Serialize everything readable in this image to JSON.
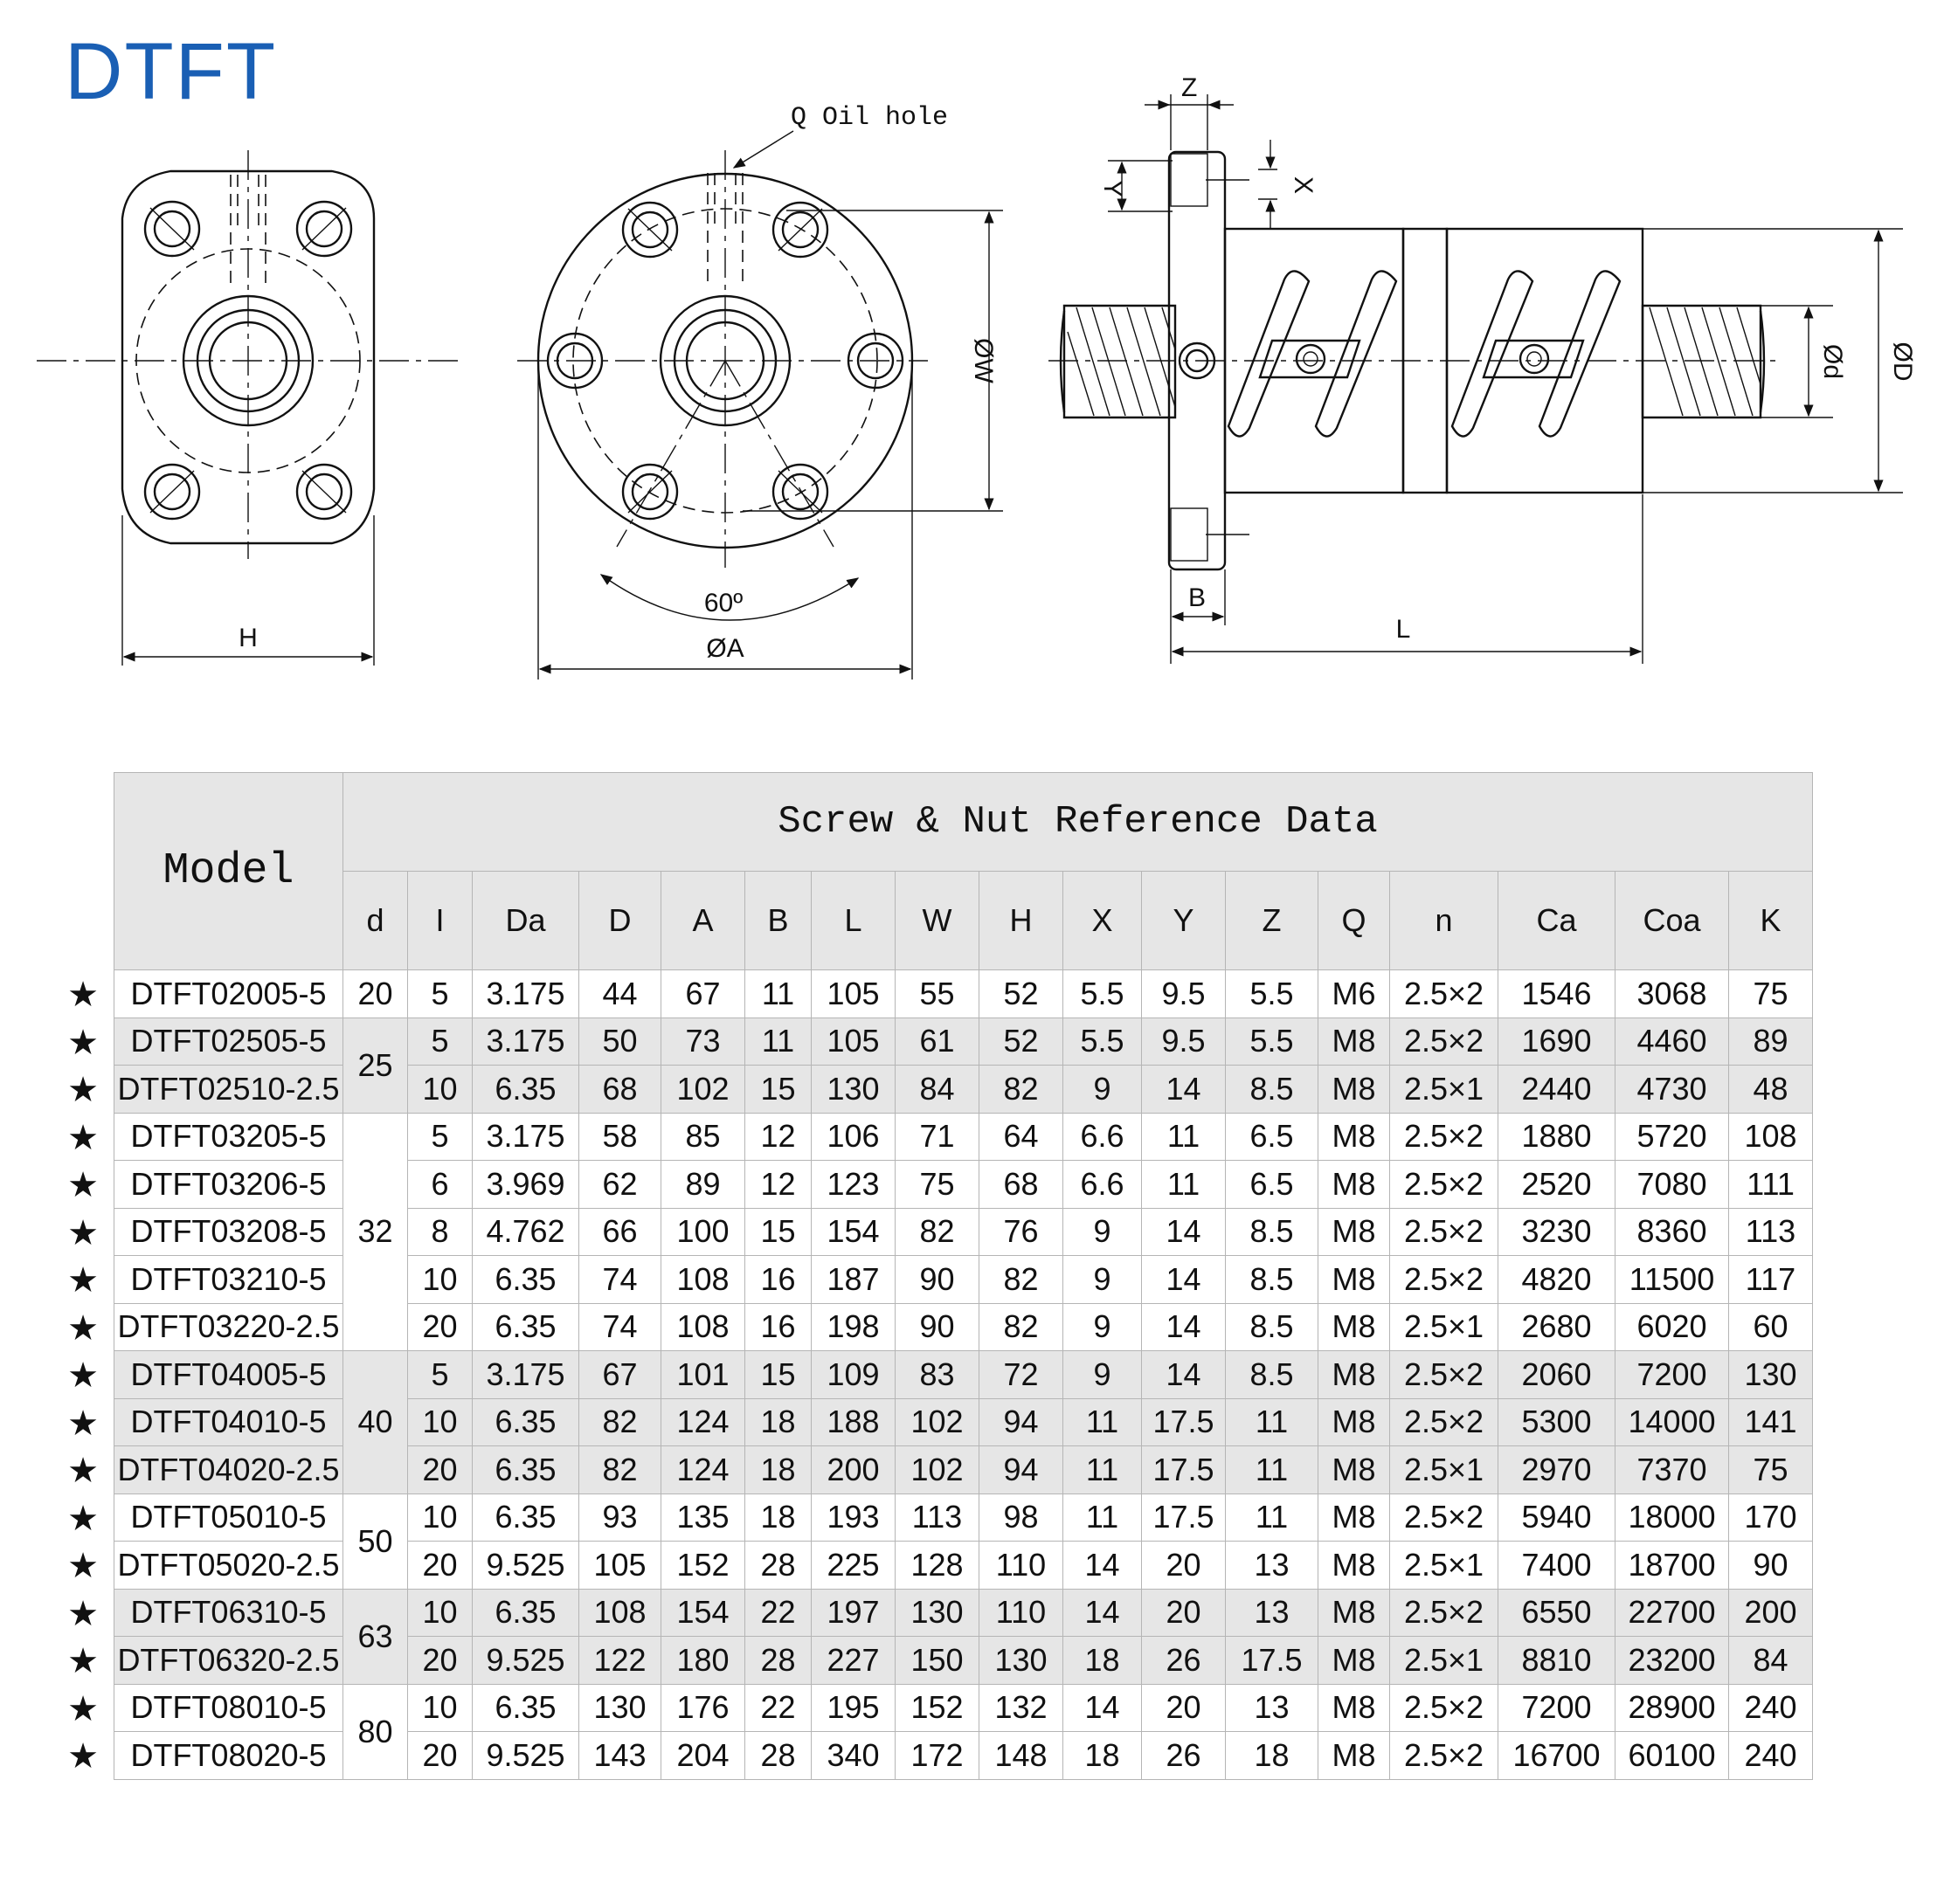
{
  "title": "DTFT",
  "drawing": {
    "oil_hole_label": "Q Oil hole",
    "angle_label": "60º",
    "dim_H": "H",
    "dim_A": "ØA",
    "dim_W": "ØW",
    "dim_Z": "Z",
    "dim_Y": "Y",
    "dim_X": "X",
    "dim_B": "B",
    "dim_L": "L",
    "dim_d": "Ød",
    "dim_D": "ØD"
  },
  "table": {
    "banner": "Screw & Nut Reference Data",
    "model_header": "Model",
    "columns": [
      "d",
      "I",
      "Da",
      "D",
      "A",
      "B",
      "L",
      "W",
      "H",
      "X",
      "Y",
      "Z",
      "Q",
      "n",
      "Ca",
      "Coa",
      "K"
    ],
    "star": "★",
    "groups": [
      {
        "d": "20",
        "rows": [
          [
            "DTFT02005-5",
            "5",
            "3.175",
            "44",
            "67",
            "11",
            "105",
            "55",
            "52",
            "5.5",
            "9.5",
            "5.5",
            "M6",
            "2.5×2",
            "1546",
            "3068",
            "75"
          ]
        ]
      },
      {
        "d": "25",
        "rows": [
          [
            "DTFT02505-5",
            "5",
            "3.175",
            "50",
            "73",
            "11",
            "105",
            "61",
            "52",
            "5.5",
            "9.5",
            "5.5",
            "M8",
            "2.5×2",
            "1690",
            "4460",
            "89"
          ],
          [
            "DTFT02510-2.5",
            "10",
            "6.35",
            "68",
            "102",
            "15",
            "130",
            "84",
            "82",
            "9",
            "14",
            "8.5",
            "M8",
            "2.5×1",
            "2440",
            "4730",
            "48"
          ]
        ]
      },
      {
        "d": "32",
        "rows": [
          [
            "DTFT03205-5",
            "5",
            "3.175",
            "58",
            "85",
            "12",
            "106",
            "71",
            "64",
            "6.6",
            "11",
            "6.5",
            "M8",
            "2.5×2",
            "1880",
            "5720",
            "108"
          ],
          [
            "DTFT03206-5",
            "6",
            "3.969",
            "62",
            "89",
            "12",
            "123",
            "75",
            "68",
            "6.6",
            "11",
            "6.5",
            "M8",
            "2.5×2",
            "2520",
            "7080",
            "111"
          ],
          [
            "DTFT03208-5",
            "8",
            "4.762",
            "66",
            "100",
            "15",
            "154",
            "82",
            "76",
            "9",
            "14",
            "8.5",
            "M8",
            "2.5×2",
            "3230",
            "8360",
            "113"
          ],
          [
            "DTFT03210-5",
            "10",
            "6.35",
            "74",
            "108",
            "16",
            "187",
            "90",
            "82",
            "9",
            "14",
            "8.5",
            "M8",
            "2.5×2",
            "4820",
            "11500",
            "117"
          ],
          [
            "DTFT03220-2.5",
            "20",
            "6.35",
            "74",
            "108",
            "16",
            "198",
            "90",
            "82",
            "9",
            "14",
            "8.5",
            "M8",
            "2.5×1",
            "2680",
            "6020",
            "60"
          ]
        ]
      },
      {
        "d": "40",
        "rows": [
          [
            "DTFT04005-5",
            "5",
            "3.175",
            "67",
            "101",
            "15",
            "109",
            "83",
            "72",
            "9",
            "14",
            "8.5",
            "M8",
            "2.5×2",
            "2060",
            "7200",
            "130"
          ],
          [
            "DTFT04010-5",
            "10",
            "6.35",
            "82",
            "124",
            "18",
            "188",
            "102",
            "94",
            "11",
            "17.5",
            "11",
            "M8",
            "2.5×2",
            "5300",
            "14000",
            "141"
          ],
          [
            "DTFT04020-2.5",
            "20",
            "6.35",
            "82",
            "124",
            "18",
            "200",
            "102",
            "94",
            "11",
            "17.5",
            "11",
            "M8",
            "2.5×1",
            "2970",
            "7370",
            "75"
          ]
        ]
      },
      {
        "d": "50",
        "rows": [
          [
            "DTFT05010-5",
            "10",
            "6.35",
            "93",
            "135",
            "18",
            "193",
            "113",
            "98",
            "11",
            "17.5",
            "11",
            "M8",
            "2.5×2",
            "5940",
            "18000",
            "170"
          ],
          [
            "DTFT05020-2.5",
            "20",
            "9.525",
            "105",
            "152",
            "28",
            "225",
            "128",
            "110",
            "14",
            "20",
            "13",
            "M8",
            "2.5×1",
            "7400",
            "18700",
            "90"
          ]
        ]
      },
      {
        "d": "63",
        "rows": [
          [
            "DTFT06310-5",
            "10",
            "6.35",
            "108",
            "154",
            "22",
            "197",
            "130",
            "110",
            "14",
            "20",
            "13",
            "M8",
            "2.5×2",
            "6550",
            "22700",
            "200"
          ],
          [
            "DTFT06320-2.5",
            "20",
            "9.525",
            "122",
            "180",
            "28",
            "227",
            "150",
            "130",
            "18",
            "26",
            "17.5",
            "M8",
            "2.5×1",
            "8810",
            "23200",
            "84"
          ]
        ]
      },
      {
        "d": "80",
        "rows": [
          [
            "DTFT08010-5",
            "10",
            "6.35",
            "130",
            "176",
            "22",
            "195",
            "152",
            "132",
            "14",
            "20",
            "13",
            "M8",
            "2.5×2",
            "7200",
            "28900",
            "240"
          ],
          [
            "DTFT08020-5",
            "20",
            "9.525",
            "143",
            "204",
            "28",
            "340",
            "172",
            "148",
            "18",
            "26",
            "18",
            "M8",
            "2.5×2",
            "16700",
            "60100",
            "240"
          ]
        ]
      }
    ]
  }
}
